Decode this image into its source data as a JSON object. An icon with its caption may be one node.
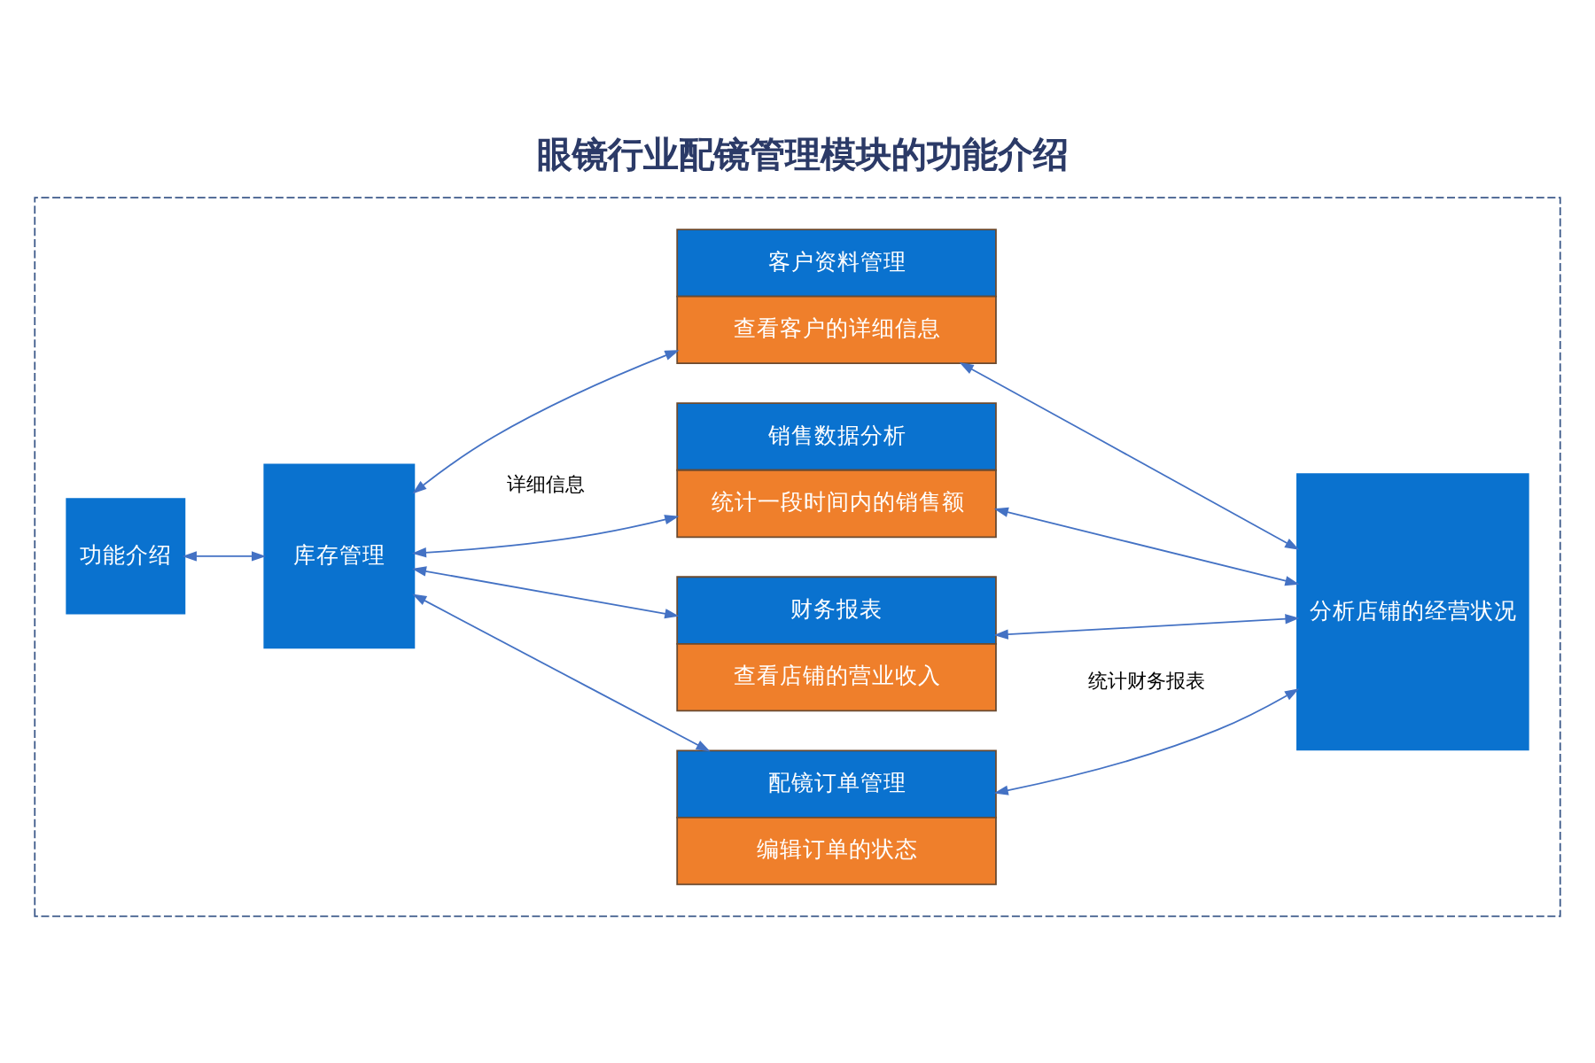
{
  "diagram": {
    "title": "眼镜行业配镜管理模块的功能介绍",
    "nodes": [
      {
        "text": [],
        "shape": "box"
      },
      {
        "text": [
          "功能介绍"
        ],
        "in": 0
      },
      {
        "text": [
          "库存管理"
        ],
        "in": 0
      },
      {
        "text": [
          "客户资料管理",
          "查看客户的详细信息"
        ],
        "in": 0
      },
      {
        "text": [
          "销售数据分析",
          "统计一段时间内的销售额"
        ],
        "in": 0
      },
      {
        "text": [
          "财务报表",
          "查看店铺的营业收入"
        ],
        "in": 0
      },
      {
        "text": [
          "配镜订单管理",
          "编辑订单的状态"
        ],
        "in": 0
      },
      {
        "text": [
          "分析店铺的经营状况"
        ],
        "in": 0
      }
    ],
    "edges": [
      {
        "from": 1,
        "to": 2,
        "arrow": "both"
      },
      {
        "from": 2,
        "to": 3,
        "arrow": "both"
      },
      {
        "from": 2,
        "to": 4,
        "arrow": "both"
      },
      {
        "from": 2,
        "to": 5,
        "arrow": "both"
      },
      {
        "from": 2,
        "to": 6,
        "arrow": "both"
      },
      {
        "from": 3,
        "to": 7,
        "arrow": "both"
      },
      {
        "from": 4,
        "to": 7,
        "arrow": "both"
      },
      {
        "from": 5,
        "to": 7,
        "arrow": "both"
      },
      {
        "from": 6,
        "to": 7,
        "arrow": "both"
      }
    ],
    "labels": [
      "详细信息",
      "统计财务报表"
    ]
  }
}
